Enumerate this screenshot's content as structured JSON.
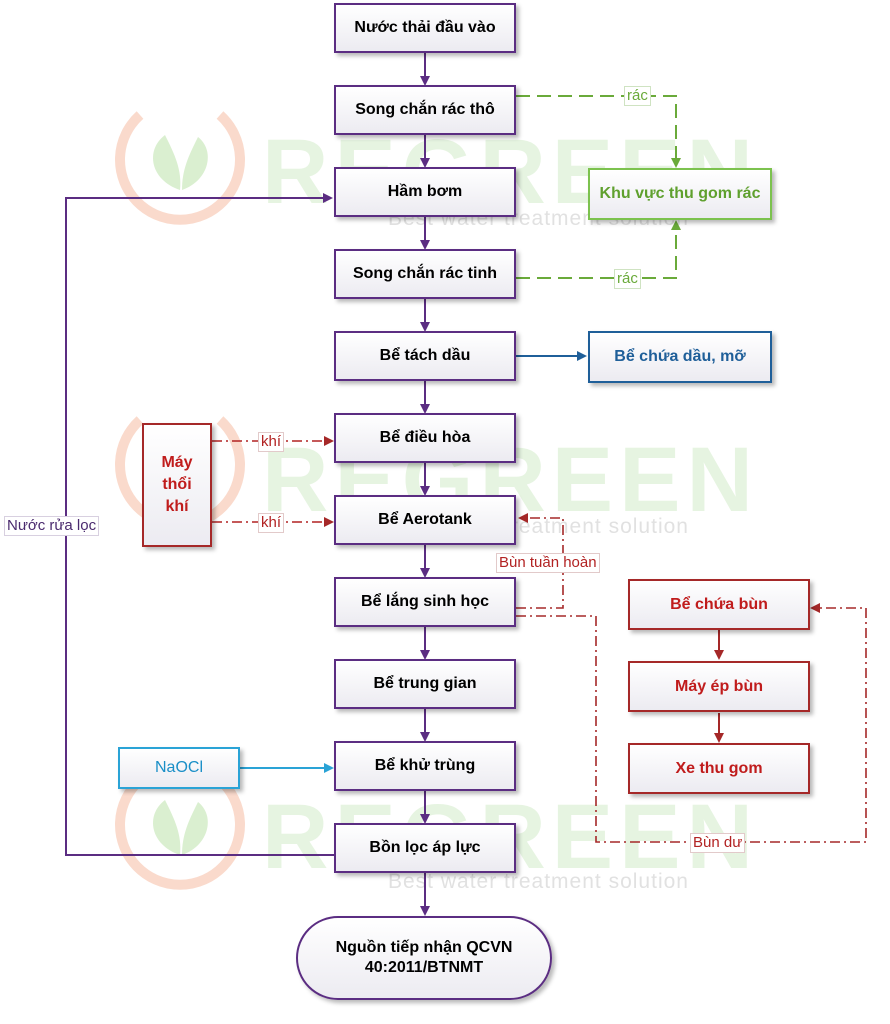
{
  "colors": {
    "process": "#5b2d82",
    "trash": "#7cc24e",
    "oil": "#1f5f99",
    "sludge": "#a52828",
    "air": "#c01c1c",
    "chemical": "#2aa3d6"
  },
  "watermark": {
    "brand": "REGREEN",
    "tagline": "Best water treatment solution"
  },
  "nodes": {
    "influent": "Nước thải đầu vào",
    "coarse_screen": "Song chắn rác thô",
    "pump_pit": "Hầm bơm",
    "fine_screen": "Song chắn rác tinh",
    "oil_separator": "Bể tách dầu",
    "equalization": "Bể điều hòa",
    "aerotank": "Bể Aerotank",
    "clarifier": "Bể lắng sinh học",
    "intermediate": "Bể trung gian",
    "disinfection": "Bể khử trùng",
    "pressure_filter": "Bồn lọc áp lực",
    "receiver": "Nguồn tiếp nhận QCVN 40:2011/BTNMT",
    "trash_collection": "Khu vực thu gom rác",
    "oil_tank": "Bể chứa dầu, mỡ",
    "blower": "Máy thổi khí",
    "sludge_tank": "Bể chứa bùn",
    "sludge_press": "Máy ép bùn",
    "collection_truck": "Xe thu gom",
    "naocl": "NaOCl"
  },
  "edge_labels": {
    "trash_coarse": "rác",
    "trash_fine": "rác",
    "air_equalization": "khí",
    "air_aerotank": "khí",
    "return_sludge": "Bùn tuần hoàn",
    "excess_sludge": "Bùn dư",
    "backwash": "Nước rửa lọc"
  }
}
